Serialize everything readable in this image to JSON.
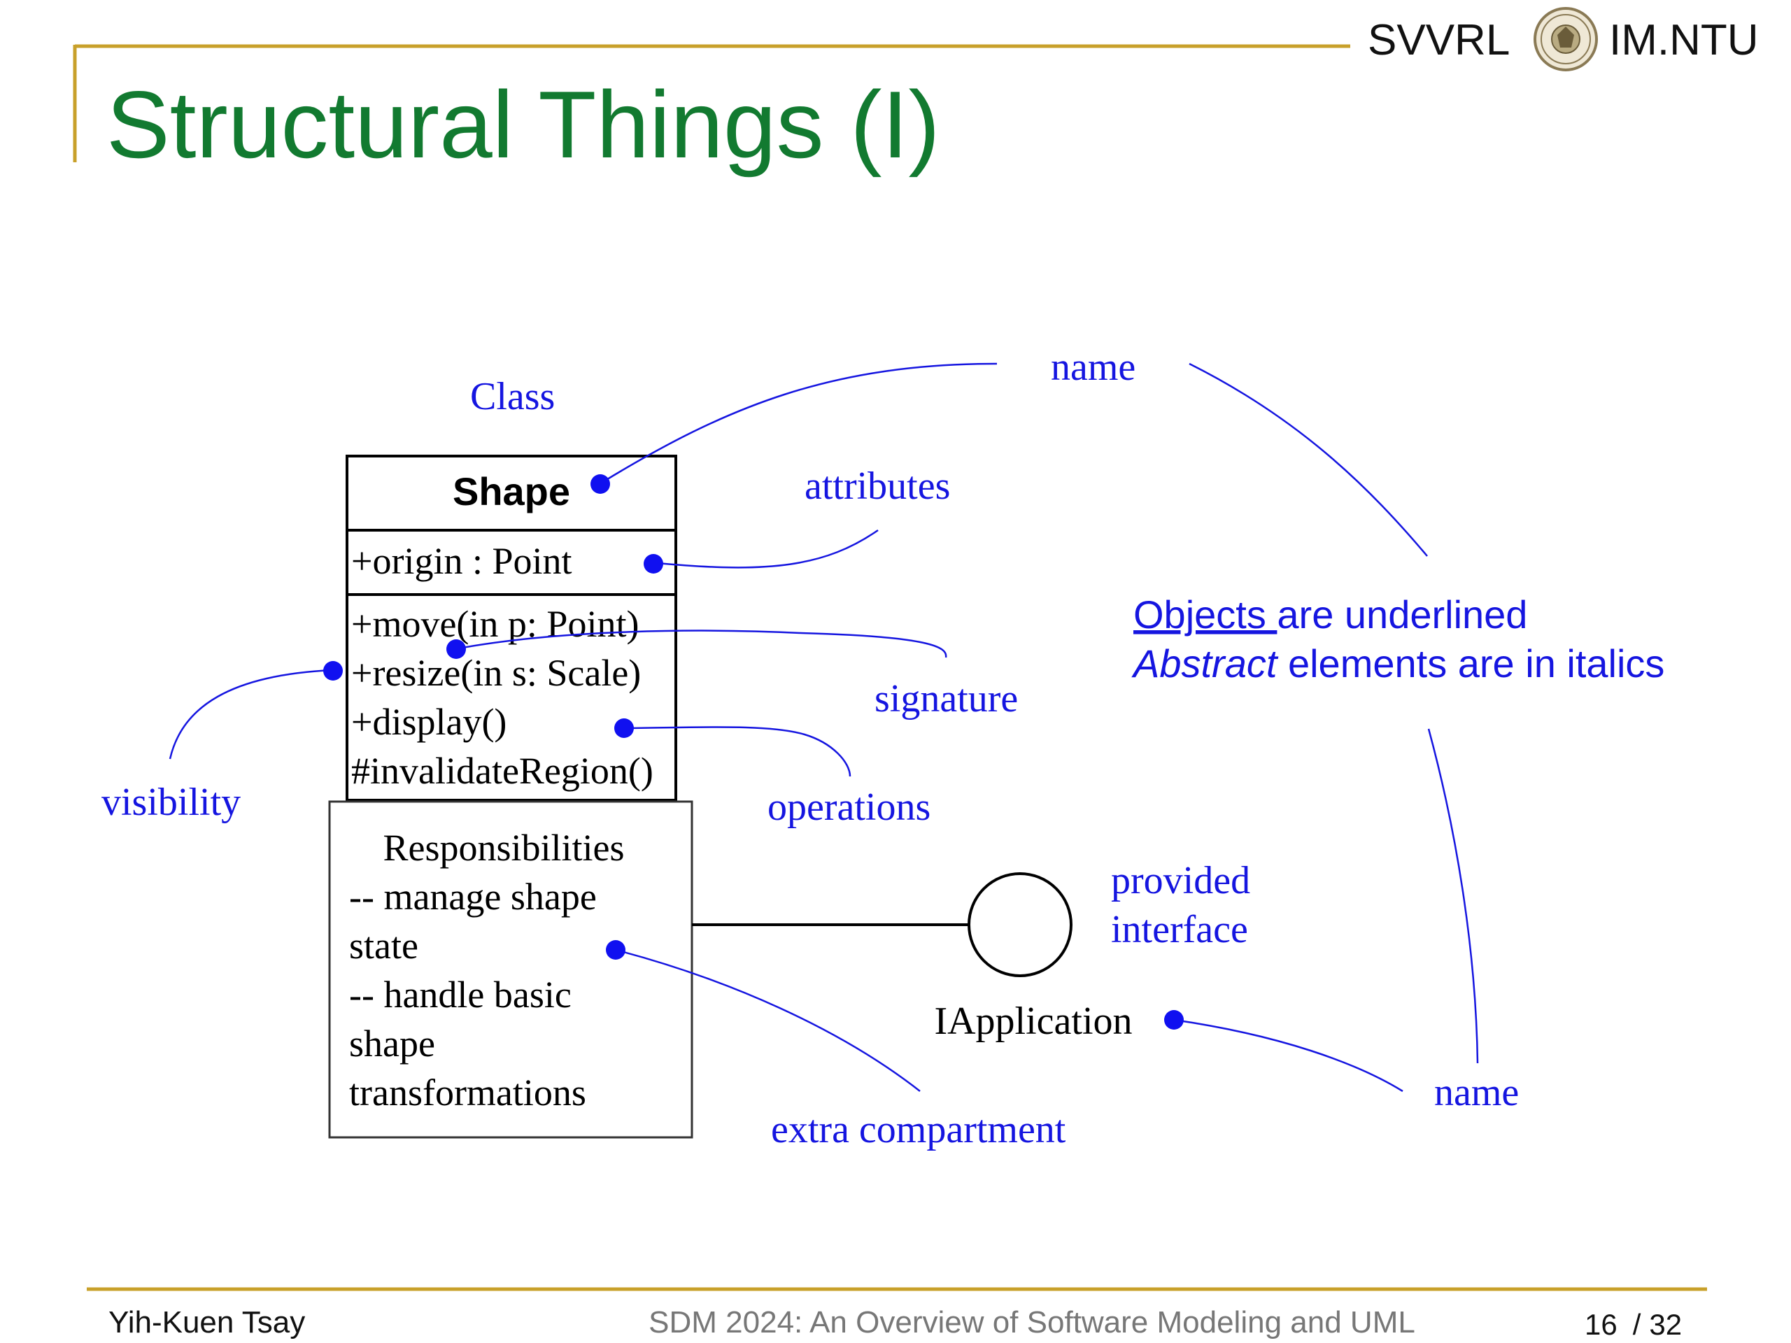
{
  "header": {
    "left_label": "SVVRL",
    "right_label": "IM.NTU",
    "rule_color": "#C8A02A"
  },
  "slide": {
    "title": "Structural Things (I)",
    "title_color": "#127A30"
  },
  "class_box": {
    "name": "Shape",
    "attribute": "+origin : Point",
    "operations": [
      "+move(in p: Point)",
      "+resize(in s: Scale)",
      "+display()",
      "#invalidateRegion()"
    ],
    "extra_compartment": [
      "Responsibilities",
      "-- manage shape",
      "state",
      "-- handle basic",
      "shape",
      "transformations"
    ]
  },
  "interface": {
    "name": "IApplication"
  },
  "annotations": {
    "class": "Class",
    "name_top": "name",
    "attributes": "attributes",
    "signature": "signature",
    "visibility": "visibility",
    "operations": "operations",
    "provided_interface_line1": "provided",
    "provided_interface_line2": "interface",
    "extra_compartment": "extra compartment",
    "name_bottom": "name",
    "color": "#1515E0"
  },
  "note": {
    "objects_word": "Objects ",
    "objects_rest": "are underlined",
    "abstract_word": "Abstract",
    "abstract_rest": " elements are in italics"
  },
  "footer": {
    "author": "Yih-Kuen Tsay",
    "course": "SDM 2024: An Overview of Software Modeling and UML",
    "page_current": "16",
    "page_sep": "/",
    "page_total": "32"
  }
}
